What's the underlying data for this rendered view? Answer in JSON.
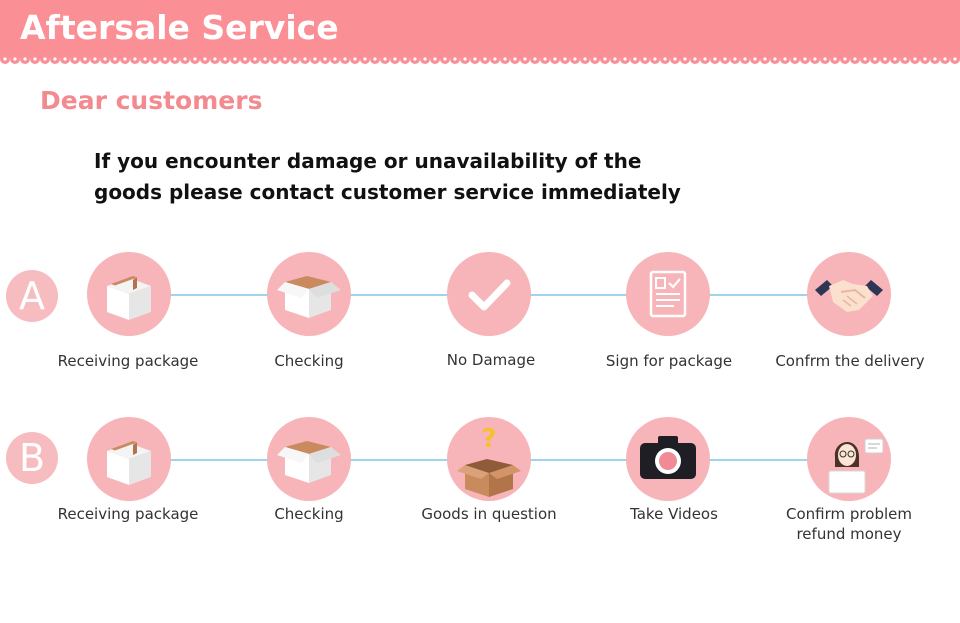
{
  "banner": {
    "title": "Aftersale Service"
  },
  "greeting": {
    "title": "Dear customers"
  },
  "notice": {
    "line1": "If you encounter damage or unavailability of the",
    "line2": "goods please contact customer service immediately"
  },
  "colors": {
    "accent": "#fb8f96",
    "circle": "#f7b4b9",
    "connector": "#9fd5ec",
    "heading": "#f38a8f"
  },
  "rows": [
    {
      "letter": "A",
      "steps": [
        {
          "icon": "closed-box-icon",
          "label": "Receiving package"
        },
        {
          "icon": "open-box-icon",
          "label": "Checking"
        },
        {
          "icon": "checkmark-icon",
          "label": "No Damage"
        },
        {
          "icon": "signed-form-icon",
          "label": "Sign for package"
        },
        {
          "icon": "handshake-icon",
          "label": "Confrm the delivery"
        }
      ]
    },
    {
      "letter": "B",
      "steps": [
        {
          "icon": "closed-box-icon",
          "label": "Receiving package"
        },
        {
          "icon": "open-box-icon",
          "label": "Checking"
        },
        {
          "icon": "question-box-icon",
          "label": "Goods in question"
        },
        {
          "icon": "camera-icon",
          "label": "Take Videos"
        },
        {
          "icon": "support-agent-icon",
          "label": "Confirm problem",
          "label2": "refund money"
        }
      ]
    }
  ]
}
